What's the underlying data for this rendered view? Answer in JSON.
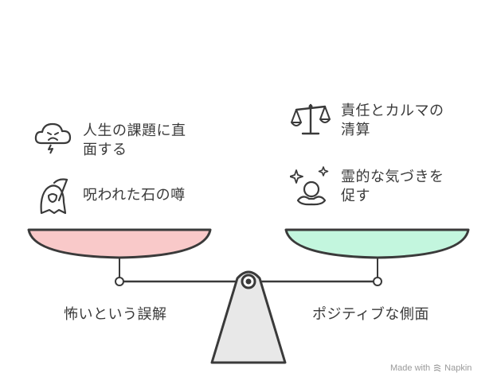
{
  "left_items": [
    {
      "icon": "storm-cloud-icon",
      "text": "人生の課題に直\n面する"
    },
    {
      "icon": "grim-reaper-icon",
      "text": "呪われた石の噂"
    }
  ],
  "right_items": [
    {
      "icon": "balance-scale-icon",
      "text": "責任とカルマの\n清算"
    },
    {
      "icon": "meditation-icon",
      "text": "霊的な気づきを\n促す"
    }
  ],
  "left_caption": "怖いという誤解",
  "right_caption": "ポジティブな側面",
  "watermark": {
    "prefix": "Made with",
    "brand": "Napkin"
  },
  "colors": {
    "left_pan": "#f9c9c9",
    "right_pan": "#c3f6de",
    "outline": "#3a3a3a",
    "fulcrum": "#e8e8e8"
  }
}
